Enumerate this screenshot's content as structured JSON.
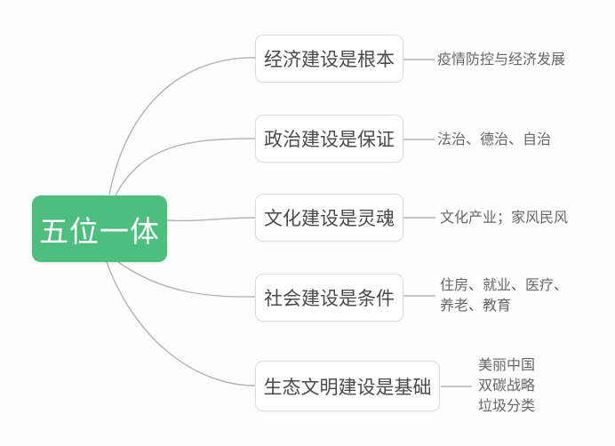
{
  "root": {
    "label": "五位一体"
  },
  "branches": [
    {
      "label": "经济建设是根本",
      "note_lines": [
        "疫情防控与经济发展"
      ]
    },
    {
      "label": "政治建设是保证",
      "note_lines": [
        "法治、德治、自治"
      ]
    },
    {
      "label": "文化建设是灵魂",
      "note_lines": [
        "文化产业；家风民风"
      ]
    },
    {
      "label": "社会建设是条件",
      "note_lines": [
        "住房、就业、医疗、",
        "养老、教育"
      ]
    },
    {
      "label": "生态文明建设是基础",
      "note_lines": [
        "美丽中国",
        "双碳战略",
        "垃圾分类"
      ]
    }
  ],
  "colors": {
    "root_bg": "#4dbe7d",
    "root_text": "#ffffff",
    "node_bg": "#ffffff",
    "node_border": "#dcdcdc",
    "node_text": "#4a4a4a",
    "note_text": "#666666",
    "connector_line": "#b3b3b3",
    "background": "#fdfdfd"
  }
}
